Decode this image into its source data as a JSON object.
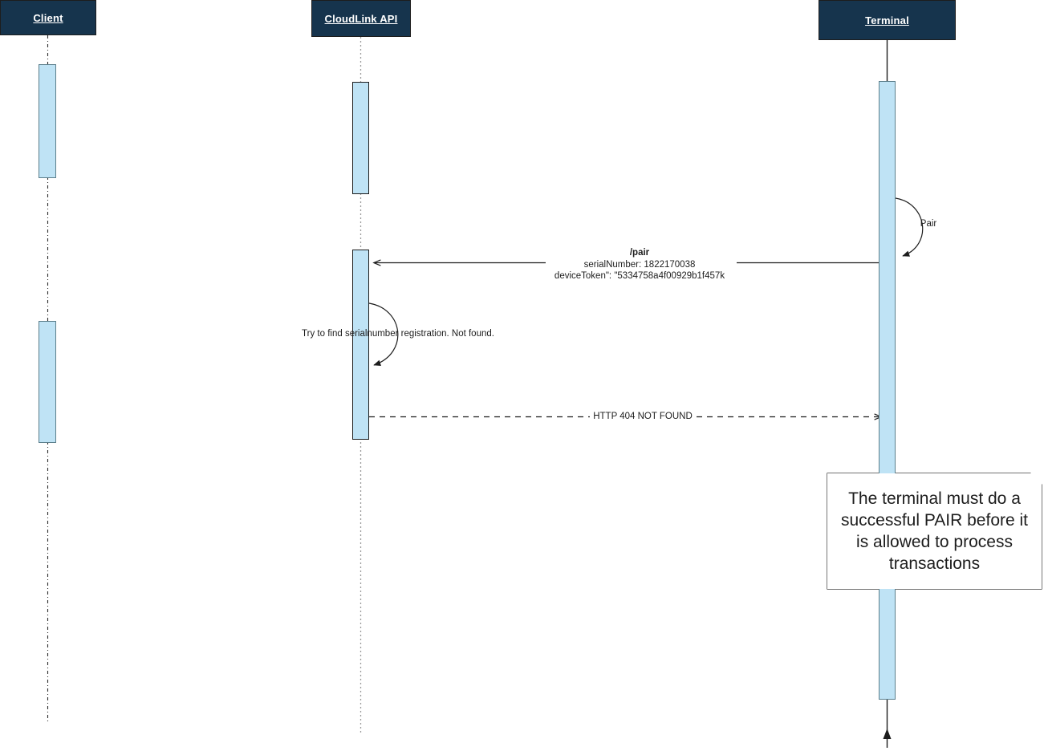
{
  "diagram": {
    "type": "uml-sequence-diagram",
    "title": "Terminal pairing failure sequence",
    "colors": {
      "participant_fill": "#16344d",
      "participant_text": "#ffffff",
      "activation_fill": "#bfe3f5",
      "activation_stroke": "#5c7f8c",
      "line": "#1d1d1d",
      "lifeline": "#9a9a9a",
      "note_fill": "#ffffff",
      "background": "#ffffff"
    }
  },
  "participants": [
    {
      "id": "client",
      "label": "Client",
      "lifeline_style": "dash-dot"
    },
    {
      "id": "api",
      "label": "CloudLink API",
      "lifeline_style": "dotted"
    },
    {
      "id": "terminal",
      "label": "Terminal",
      "lifeline_style": "solid"
    }
  ],
  "messages": [
    {
      "id": "pair-self",
      "kind": "self-call",
      "on": "terminal",
      "label": "Pair",
      "line": "solid",
      "arrow": "filled"
    },
    {
      "id": "pair-request",
      "kind": "call",
      "from": "terminal",
      "to": "api",
      "line": "solid",
      "arrow": "open",
      "label_lines": [
        "/pair",
        "serialNumber: 1822170038",
        "deviceToken\": \"5334758a4f00929b1f457k"
      ]
    },
    {
      "id": "lookup-self",
      "kind": "self-call",
      "on": "api",
      "label": "Try to find serialnumber registration. Not found.",
      "line": "solid",
      "arrow": "filled"
    },
    {
      "id": "http-404",
      "kind": "return",
      "from": "api",
      "to": "terminal",
      "line": "dashed",
      "arrow": "open",
      "label": "HTTP 404 NOT FOUND"
    }
  ],
  "note": {
    "id": "pair-requirement-note",
    "text": "The terminal must do a successful PAIR before it is allowed to process transactions",
    "attached_to": "terminal",
    "corner_fold": true
  }
}
